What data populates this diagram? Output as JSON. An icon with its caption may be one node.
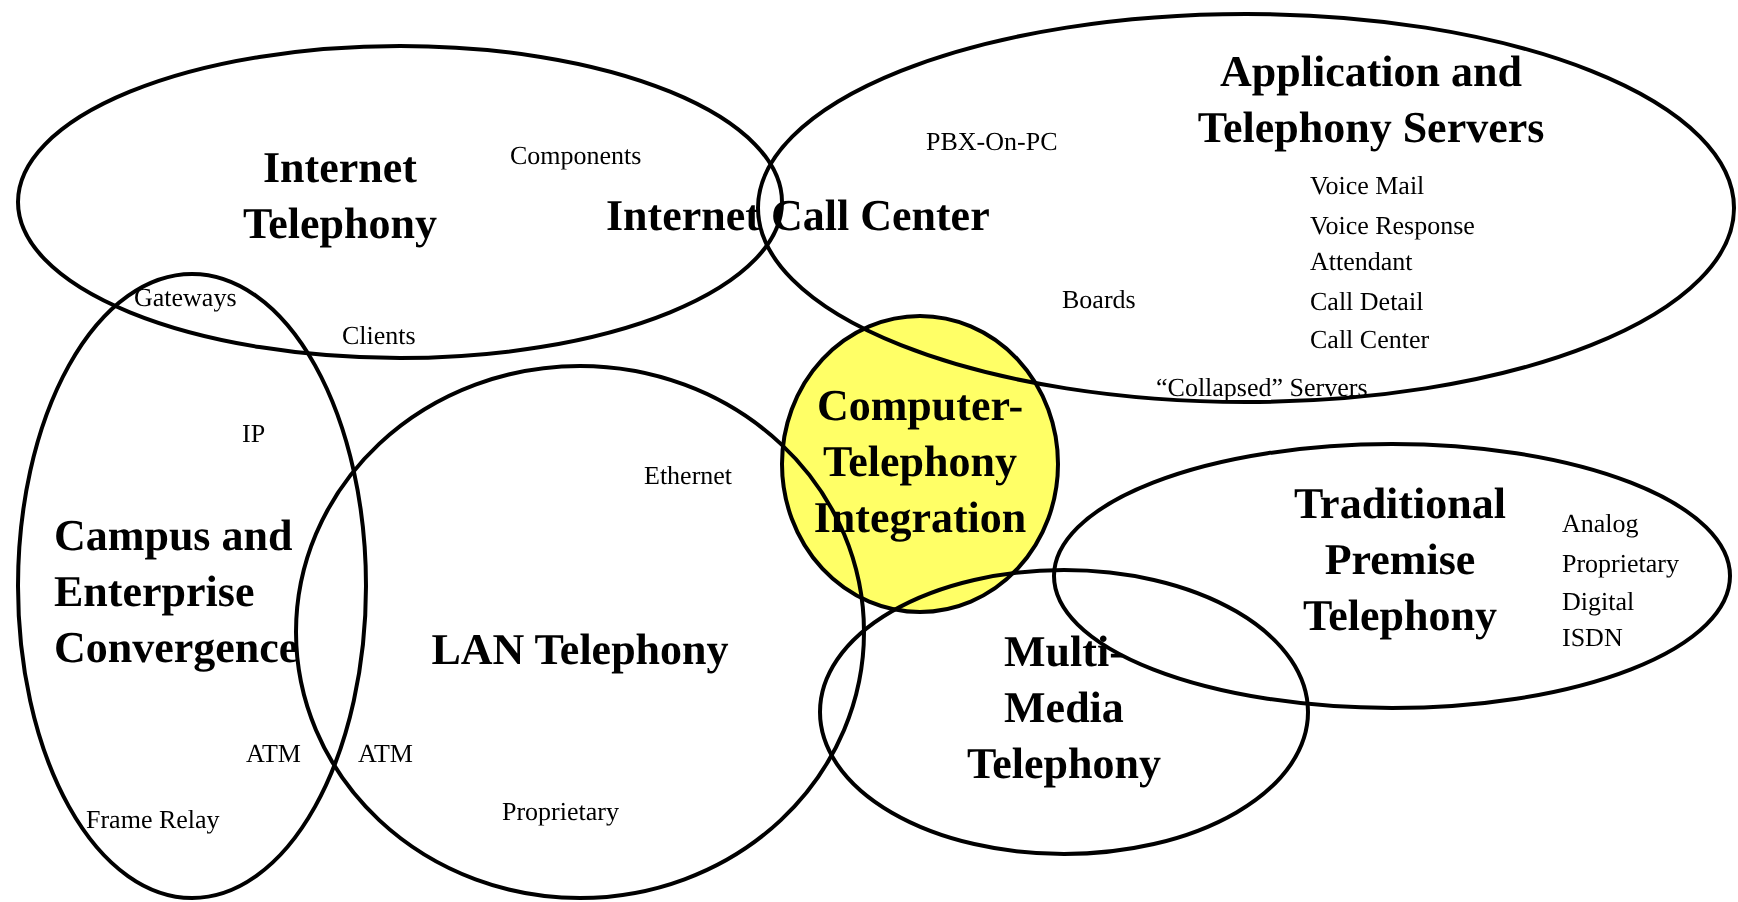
{
  "diagram": {
    "nodes": [
      {
        "text": [
          "Internet Telephony"
        ]
      },
      {
        "text": [
          "Application and Telephony Servers"
        ]
      },
      {
        "text": [
          "Campus and Enterprise Convergence"
        ]
      },
      {
        "text": [
          "LAN Telephony"
        ]
      },
      {
        "text": [
          "Computer-Telephony Integration"
        ]
      },
      {
        "text": [
          "Traditional Premise Telephony"
        ]
      },
      {
        "text": [
          "Multi-Media Telephony"
        ]
      }
    ],
    "labels": [
      "PBX-On-PC",
      "Components",
      "Voice Mail",
      "Internet Call Center",
      "Voice Response",
      "Attendant",
      "Gateways",
      "Boards",
      "Call Detail",
      "Clients",
      "Call Center",
      "“Collapsed” Servers",
      "IP",
      "Ethernet",
      "Analog",
      "Proprietary",
      "Digital",
      "ISDN",
      "ATM",
      "ATM",
      "Frame Relay",
      "Proprietary"
    ]
  }
}
